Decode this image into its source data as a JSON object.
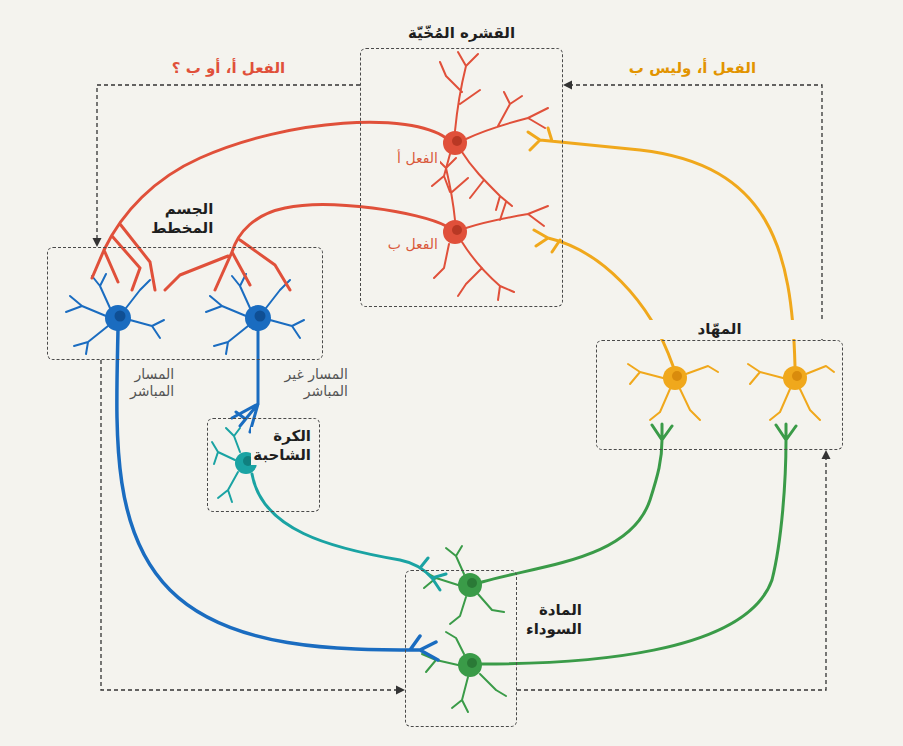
{
  "diagram": {
    "nodes": [
      {
        "text": [
          "القشره المُخّيّة"
        ]
      },
      {
        "text": [
          "الجسم المخطط"
        ]
      },
      {
        "text": [
          "الكرة الشاحبة"
        ]
      },
      {
        "text": [
          "المادة السوداء"
        ]
      },
      {
        "text": [
          "المهّاد"
        ]
      }
    ],
    "edges": [
      {
        "from": 0,
        "to": 1,
        "arrow": "to",
        "label": "الفعل أ، أو ب ؟"
      },
      {
        "from": 1,
        "to": 3,
        "arrow": "to"
      },
      {
        "from": 3,
        "to": 4,
        "arrow": "to"
      },
      {
        "from": 4,
        "to": 0,
        "arrow": "to",
        "label": "الفعل أ، وليس ب"
      }
    ],
    "labels": [
      "الفعل أ",
      "الفعل ب",
      "المسار المباشر",
      "المسار غير المباشر"
    ]
  }
}
